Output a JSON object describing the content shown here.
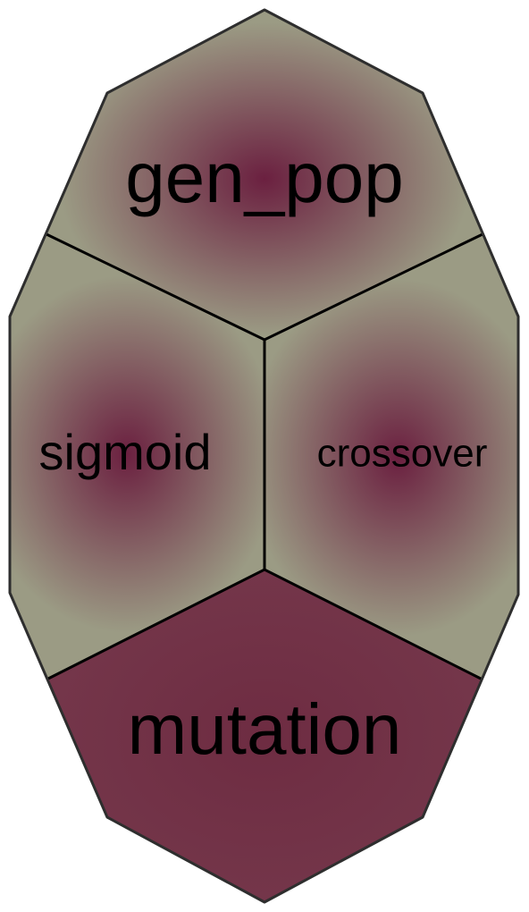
{
  "colors": {
    "base": "#9b9b84",
    "highlight": "#6f2f42",
    "highlight_center": "#6b2040",
    "outline": "#2e2e2e",
    "divider": "#000000"
  },
  "cells": {
    "gen_pop": {
      "label": "gen_pop"
    },
    "sigmoid": {
      "label": "sigmoid"
    },
    "crossover": {
      "label": "crossover"
    },
    "mutation": {
      "label": "mutation"
    }
  }
}
